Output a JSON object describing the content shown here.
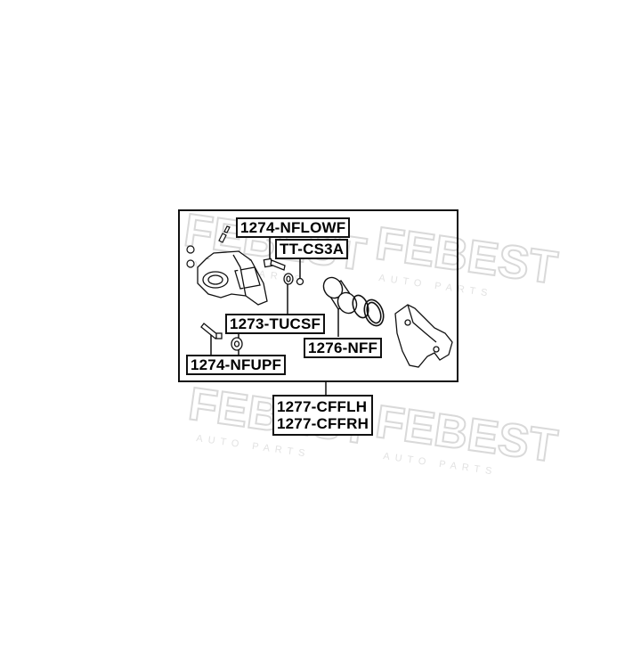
{
  "watermark": {
    "brand": "FEBEST",
    "tagline": "AUTO PARTS"
  },
  "parts": {
    "nflowf": "1274-NFLOWF",
    "ttcs3a": "TT-CS3A",
    "tucsf": "1273-TUCSF",
    "nff": "1276-NFF",
    "nfupf": "1274-NFUPF",
    "cfflh": "1277-CFFLH",
    "cffrh": "1277-CFFRH"
  },
  "colors": {
    "line": "#111111",
    "watermark": "#d9d9d9"
  }
}
